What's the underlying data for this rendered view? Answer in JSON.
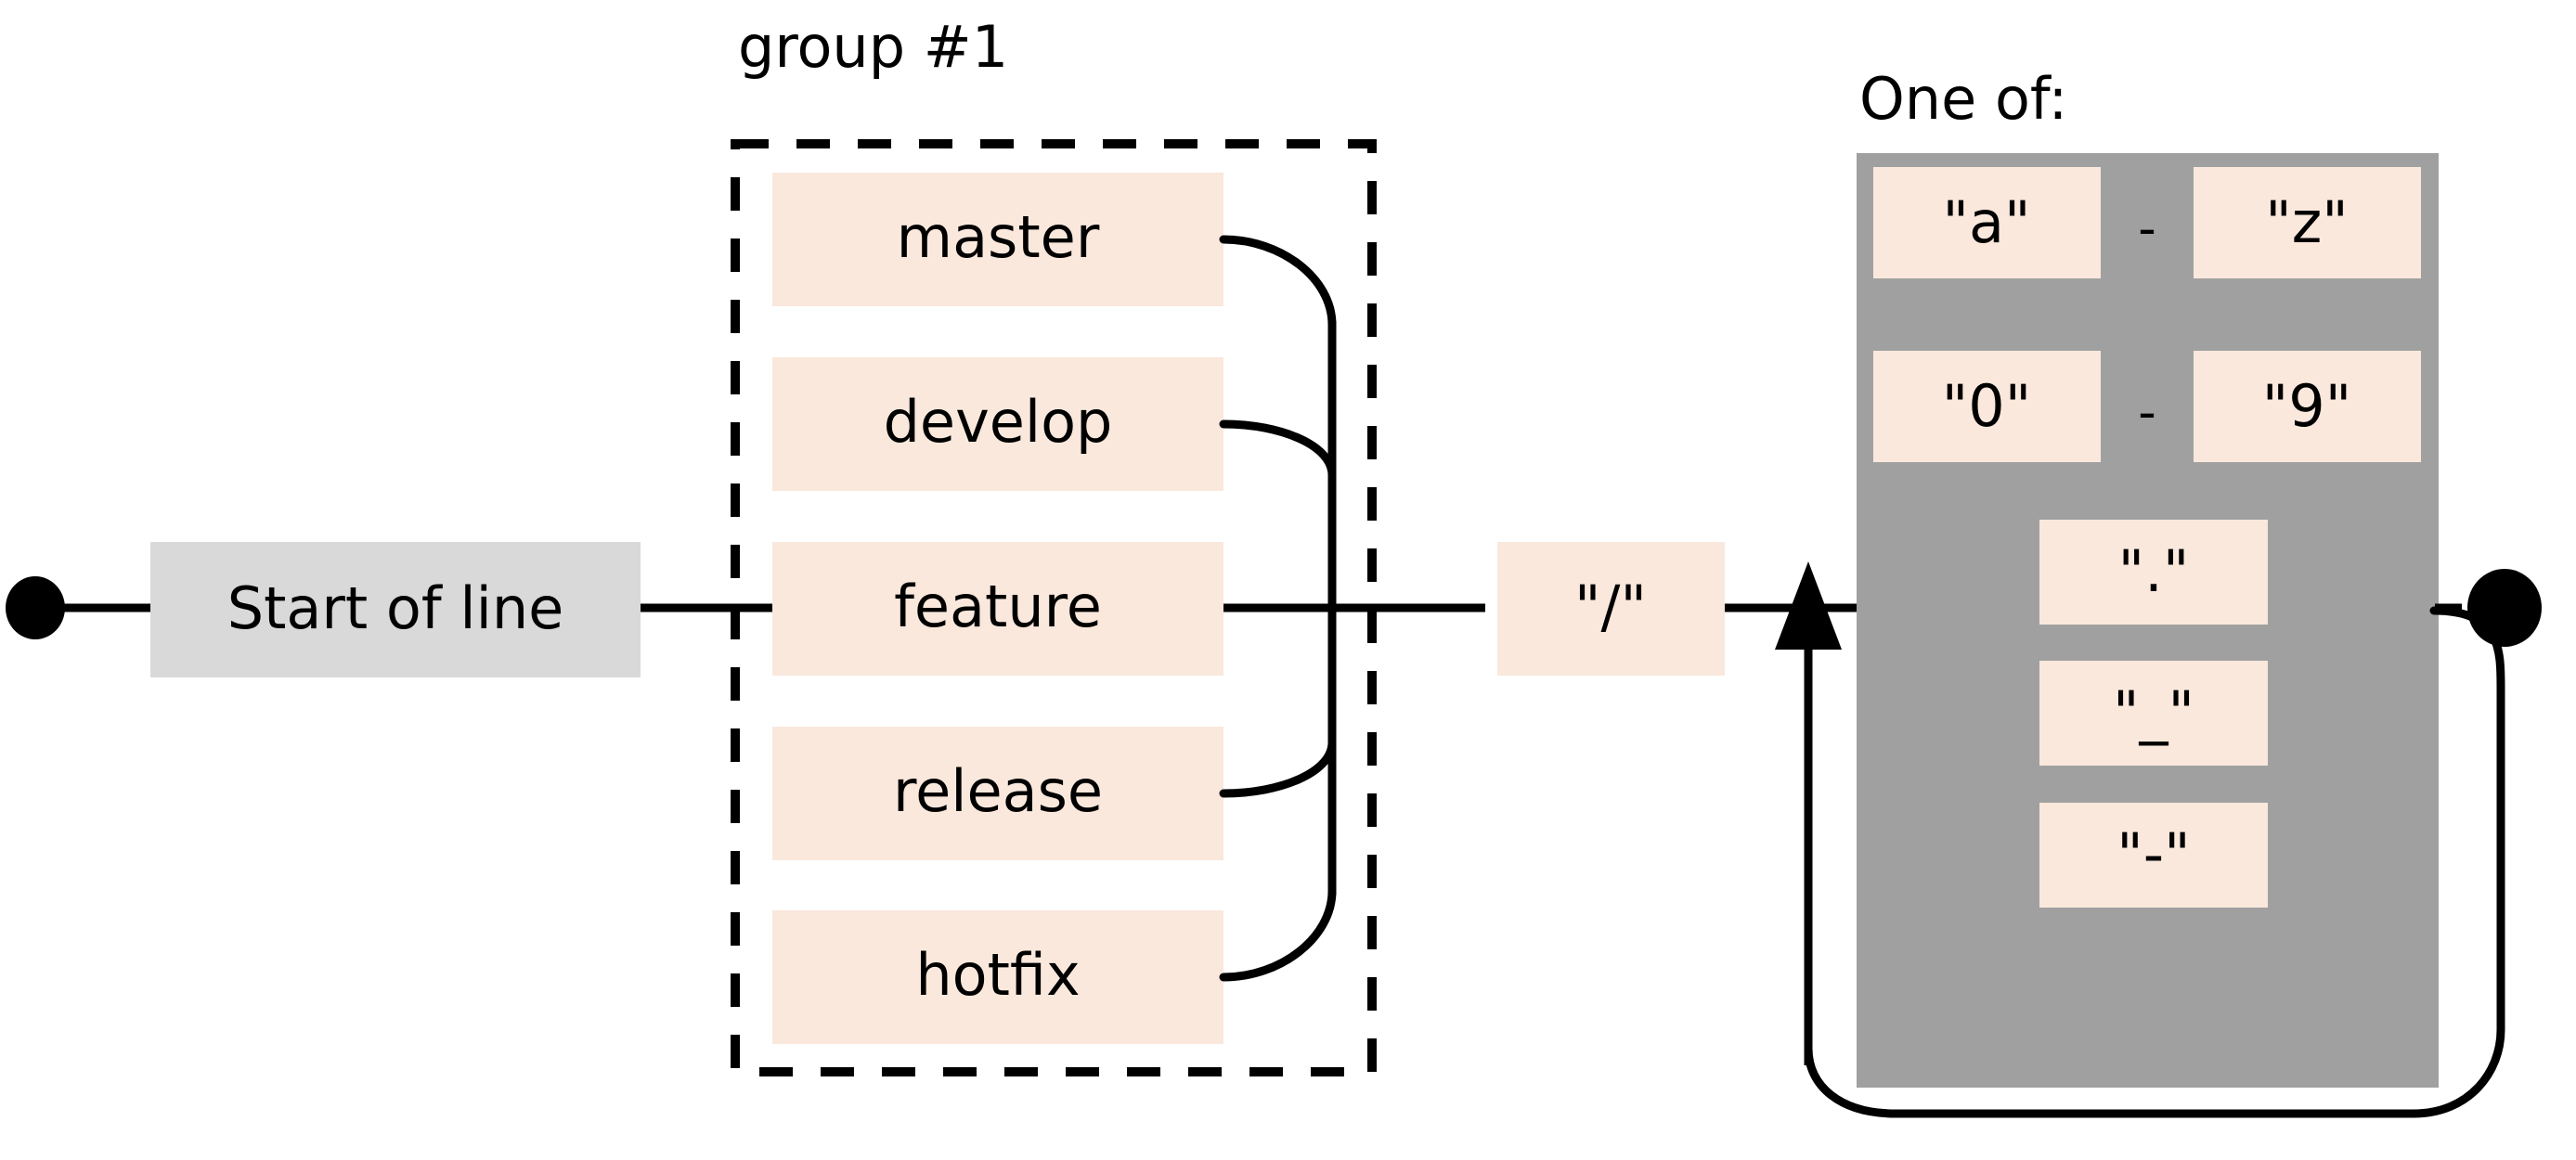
{
  "diagram": {
    "type": "railroad-regex-diagram",
    "background_color": "#ffffff",
    "literal_box_color": "#fae8dc",
    "anchor_box_color": "#d9d9d9",
    "group_shade_color": "#a0a0a0",
    "line_color": "#000000"
  },
  "start_node": {
    "label": "start-terminal"
  },
  "anchor": {
    "label": "Start of line"
  },
  "group": {
    "caption": "group #1",
    "alternatives": [
      {
        "label": "master"
      },
      {
        "label": "develop"
      },
      {
        "label": "feature"
      },
      {
        "label": "release"
      },
      {
        "label": "hotfix"
      }
    ]
  },
  "separator": {
    "label": "\"/\""
  },
  "char_class": {
    "caption": "One of:",
    "ranges": [
      {
        "from": "\"a\"",
        "dash": "-",
        "to": "\"z\""
      },
      {
        "from": "\"0\"",
        "dash": "-",
        "to": "\"9\""
      }
    ],
    "singles": [
      {
        "label": "\".\""
      },
      {
        "label": "\"_\""
      },
      {
        "label": "\"-\""
      }
    ],
    "repeat": "loop-back"
  },
  "end_node": {
    "label": "end-terminal"
  }
}
